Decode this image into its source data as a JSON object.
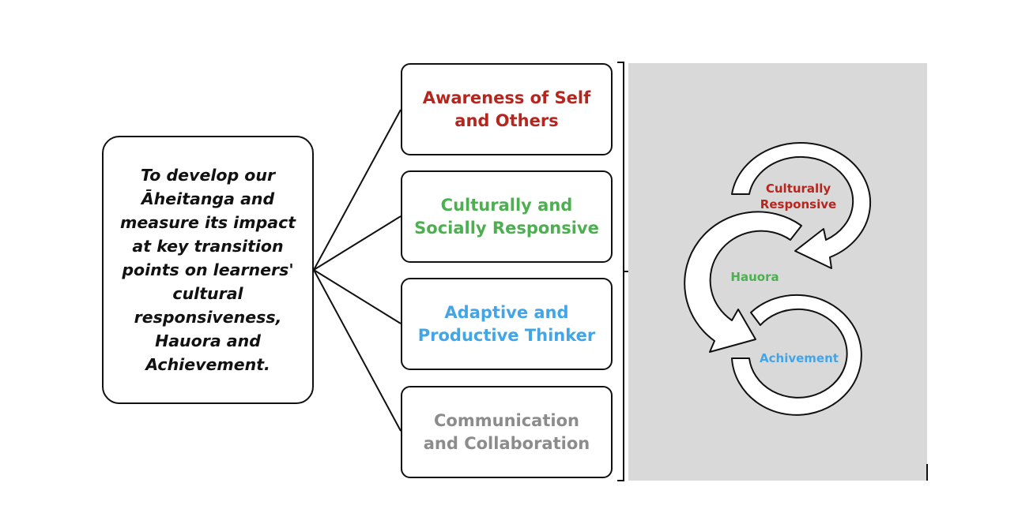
{
  "goal": {
    "text": "To develop our\nĀheitanga and\nmeasure its impact\nat key transition\npoints on learners'\ncultural\nresponsiveness,\nHauora and\nAchievement."
  },
  "pillars": [
    {
      "label": "Awareness of Self\nand Others",
      "color": "#b5261e"
    },
    {
      "label": "Culturally and\nSocially Responsive",
      "color": "#4caf50"
    },
    {
      "label": "Adaptive and\nProductive Thinker",
      "color": "#42a5e8"
    },
    {
      "label": "Communication\nand Collaboration",
      "color": "#8c8c8c"
    }
  ],
  "cycle": {
    "culturally_responsive": {
      "label": "Culturally\nResponsive",
      "color": "#b5261e"
    },
    "hauora": {
      "label": "Hauora",
      "color": "#4caf50"
    },
    "achievement": {
      "label": "Achivement",
      "color": "#42a5e8"
    }
  },
  "colors": {
    "panel_background": "#d9d9d9",
    "outline": "#111111"
  }
}
